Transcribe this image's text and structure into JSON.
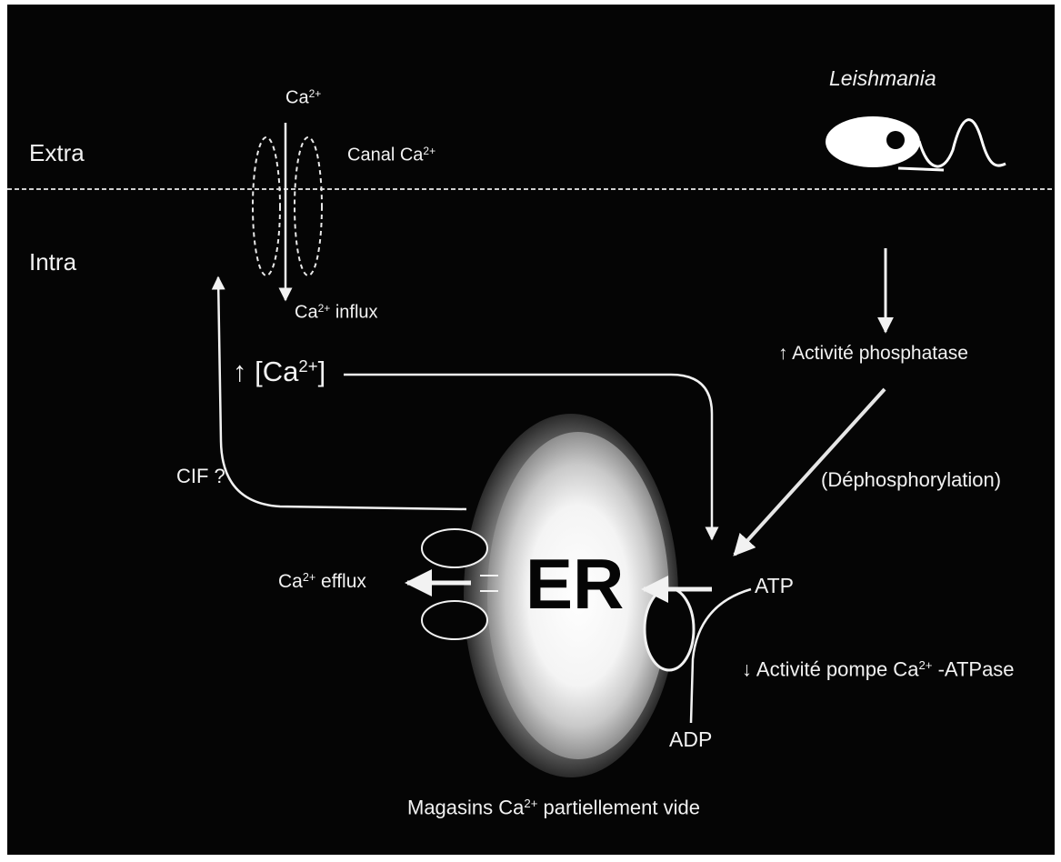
{
  "zones": {
    "extra": "Extra",
    "intra": "Intra"
  },
  "channel": {
    "ion_top": "Ca",
    "ion_top_charge": "2+",
    "label": "Canal Ca",
    "label_charge": "2+",
    "influx": "Ca",
    "influx_charge": "2+",
    "influx_suffix": " influx"
  },
  "parasite": {
    "name": "Leishmania"
  },
  "cytosol": {
    "arrow": "↑",
    "bracket_open": "[Ca",
    "charge": "2+",
    "bracket_close": "]"
  },
  "cif": "CIF ?",
  "phosphatase": {
    "arrow": "↑",
    "label": " Activité phosphatase"
  },
  "dephosphorylation": "(Déphosphorylation)",
  "er": {
    "label": "ER"
  },
  "efflux": {
    "prefix": "Ca",
    "charge": "2+",
    "suffix": " efflux"
  },
  "pump": {
    "atp": "ATP",
    "adp": "ADP",
    "arrow": "↓",
    "label": " Activité pompe Ca",
    "charge": "2+",
    "suffix": " -ATPase"
  },
  "stores": {
    "prefix": "Magasins Ca",
    "charge": "2+",
    "suffix": " partiellement vide"
  },
  "colors": {
    "background": "#050505",
    "foreground": "#f2f2f2",
    "frame": "#ffffff"
  }
}
